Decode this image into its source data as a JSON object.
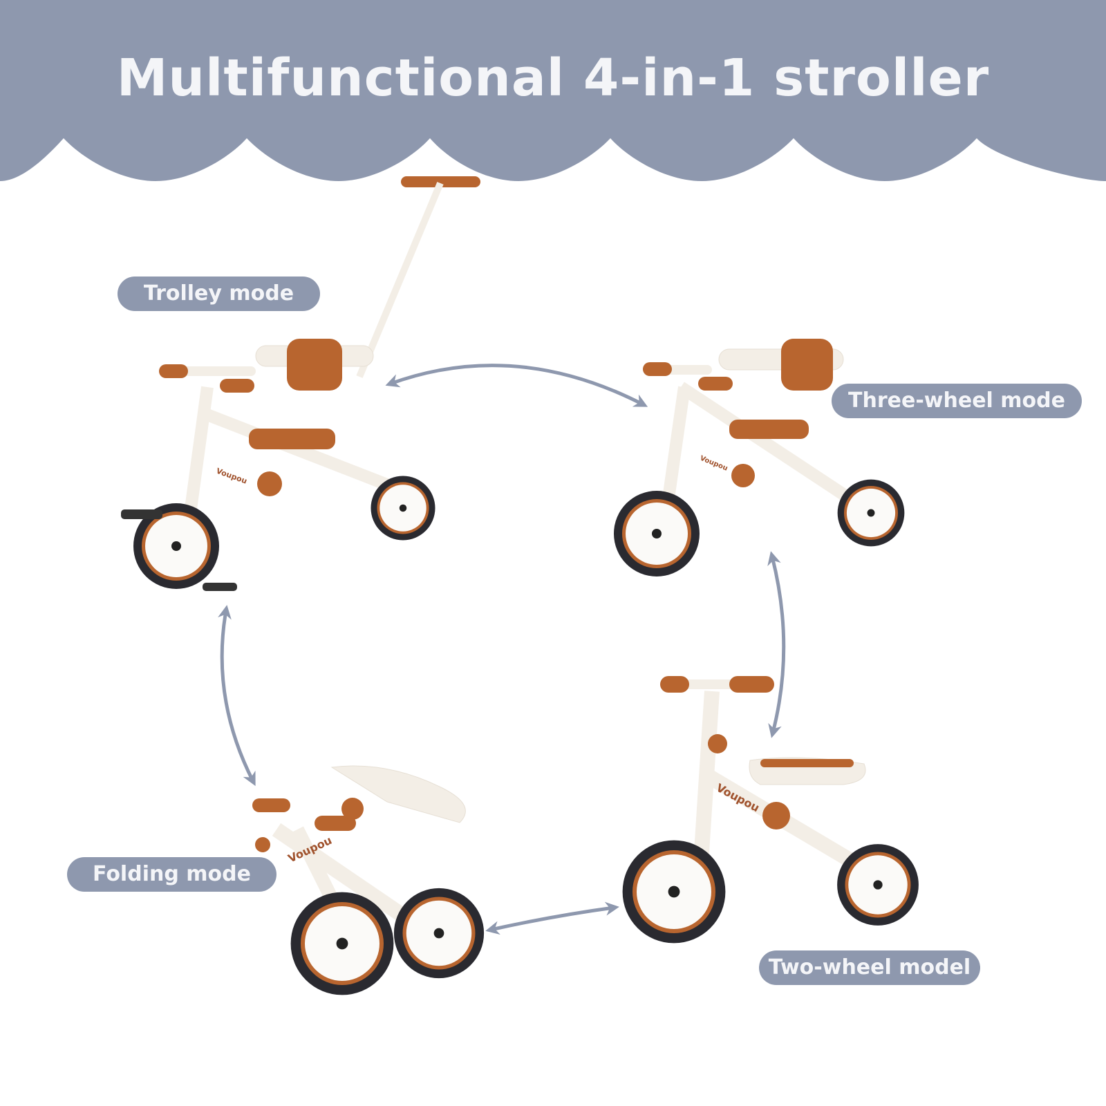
{
  "header": {
    "title": "Multifunctional 4-in-1 stroller"
  },
  "modes": [
    {
      "label": "Trolley mode"
    },
    {
      "label": "Three-wheel mode"
    },
    {
      "label": "Folding mode"
    },
    {
      "label": "Two-wheel model"
    }
  ],
  "brand_logo_text": "Voupou",
  "colors": {
    "banner": "#8e98ae",
    "accent": "#b8652f",
    "frame": "#f6f1ea",
    "tire": "#2a2a30"
  }
}
